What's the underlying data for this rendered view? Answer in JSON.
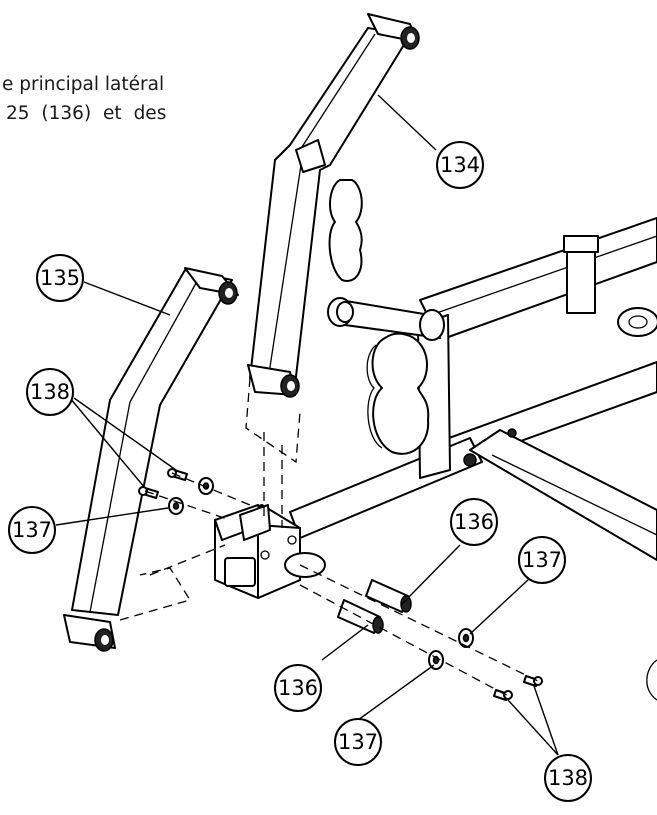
{
  "caption": {
    "line1": "e principal latéral",
    "line2": "25 (136) et des"
  },
  "callouts": {
    "upper_arm": "134",
    "lower_arm": "135",
    "spacer_top": "136",
    "spacer_bottom": "136",
    "washer_left": "137",
    "washer_right": "137",
    "washer_bottom": "137",
    "bolts_left": "138",
    "bolts_right": "138"
  }
}
